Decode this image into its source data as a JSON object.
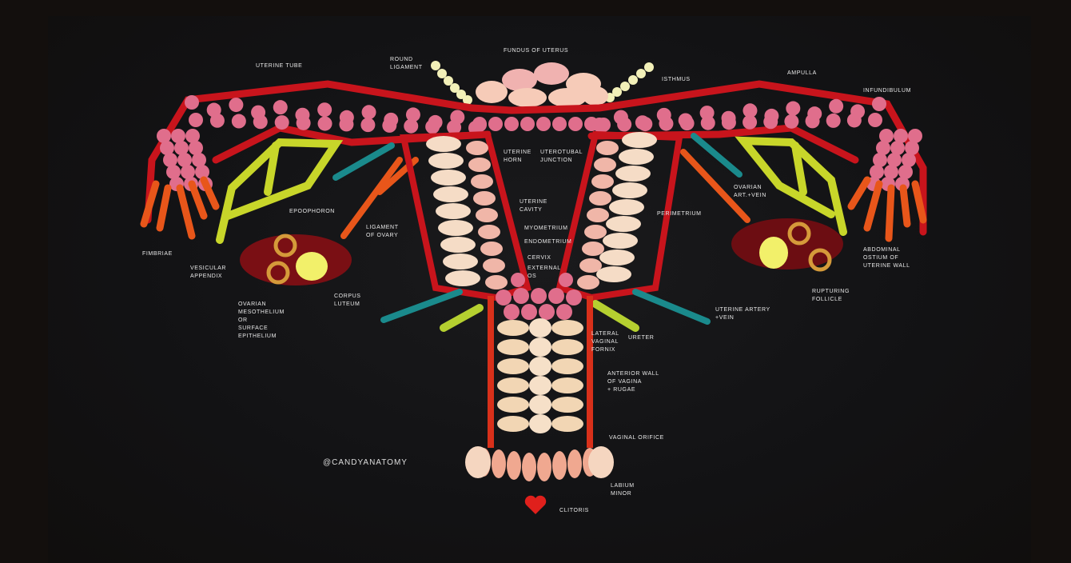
{
  "labels": {
    "uterine_tube": "Uterine tube",
    "round_ligament": "Round\nligament",
    "fundus": "Fundus of uterus",
    "isthmus": "Isthmus",
    "ampulla": "Ampulla",
    "infundibulum": "Infundibulum",
    "uterine_horn": "Uterine\nhorn",
    "uterotubal_junction": "Uterotubal\njunction",
    "uterine_cavity": "Uterine\ncavity",
    "myometrium": "Myometrium",
    "endometrium": "Endometrium",
    "cervix": "Cervix",
    "external_os": "External\nos",
    "perimetrium": "Perimetrium",
    "ovarian_art_vein": "Ovarian\nart.+vein",
    "abdominal_ostium": "Abdominal\nostium of\nuterine wall",
    "rupturing_follicle": "Rupturing\nfollicle",
    "uterine_artery_vein": "Uterine artery\n+vein",
    "ureter": "Ureter",
    "lateral_vaginal_fornix": "Lateral\nvaginal\nfornix",
    "anterior_wall": "Anterior wall\nof vagina\n+ rugae",
    "vaginal_orifice": "Vaginal orifice",
    "labium_minor": "Labium\nminor",
    "clitoris": "Clitoris",
    "fimbriae": "Fimbriae",
    "vesicular_appendix": "Vesicular\nappendix",
    "epoophoron": "Epoophoron",
    "ligament_of_ovary": "Ligament\nof ovary",
    "corpus_luteum": "Corpus\nluteum",
    "ovarian_mesothelium": "Ovarian\nmesothelium\nor\nsurface\nepithelium"
  },
  "handle": "@candyanatomy",
  "colors": {
    "tube_red": "#c8141c",
    "bead_pink": "#e0708c",
    "pale": "#f3d6c0",
    "lime": "#c8d62a",
    "teal": "#1a8a8c",
    "orange": "#e8561a",
    "ovary": "#7a0f14"
  }
}
